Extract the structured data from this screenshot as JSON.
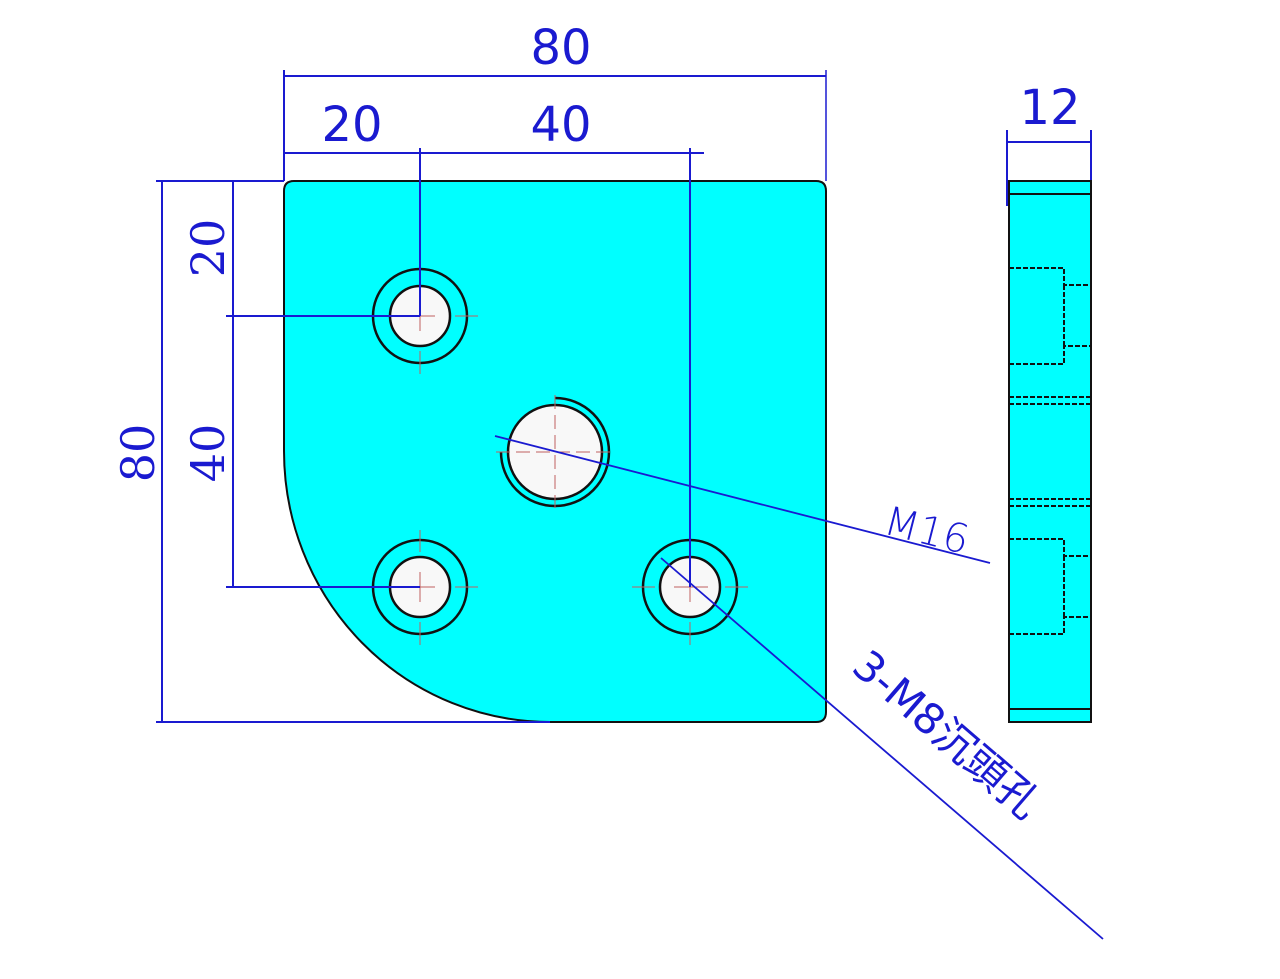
{
  "colors": {
    "plate_fill": "#00ffff",
    "outline": "#111111",
    "dimension": "#1a1ad0",
    "centerline": "#c06060",
    "hole_fill": "#f8f8f8"
  },
  "front_view": {
    "overall_width": "80",
    "offset_x_first": "20",
    "spacing_x": "40",
    "overall_height": "80",
    "offset_y_first": "20",
    "spacing_y": "40"
  },
  "side_view": {
    "thickness": "12"
  },
  "callouts": {
    "center_thread": "M16",
    "counterbore_holes": "3-M8沉頭孔"
  }
}
